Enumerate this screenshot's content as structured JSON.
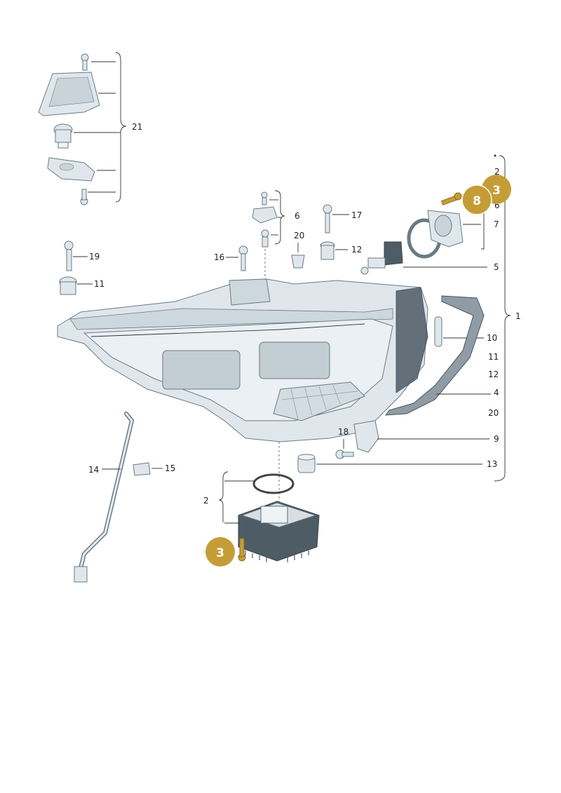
{
  "labels": {
    "l21": "21",
    "l6": "6",
    "l17": "17",
    "l20a": "20",
    "l12a": "12",
    "l16": "16",
    "l19": "19",
    "l11a": "11",
    "l5": "5",
    "l7": "7",
    "l2a": "2",
    "l6b": "6",
    "l1": "1",
    "l10": "10",
    "l11b": "11",
    "l12b": "12",
    "l4": "4",
    "l20b": "20",
    "l9": "9",
    "l18": "18",
    "l13": "13",
    "l14": "14",
    "l15": "15",
    "l2b": "2"
  },
  "badges": {
    "b8": "8",
    "b3top": "3",
    "b3bottom": "3"
  },
  "colors": {
    "badge": "#c59d37",
    "housing": "#dfe7ec",
    "line": "#333333"
  }
}
